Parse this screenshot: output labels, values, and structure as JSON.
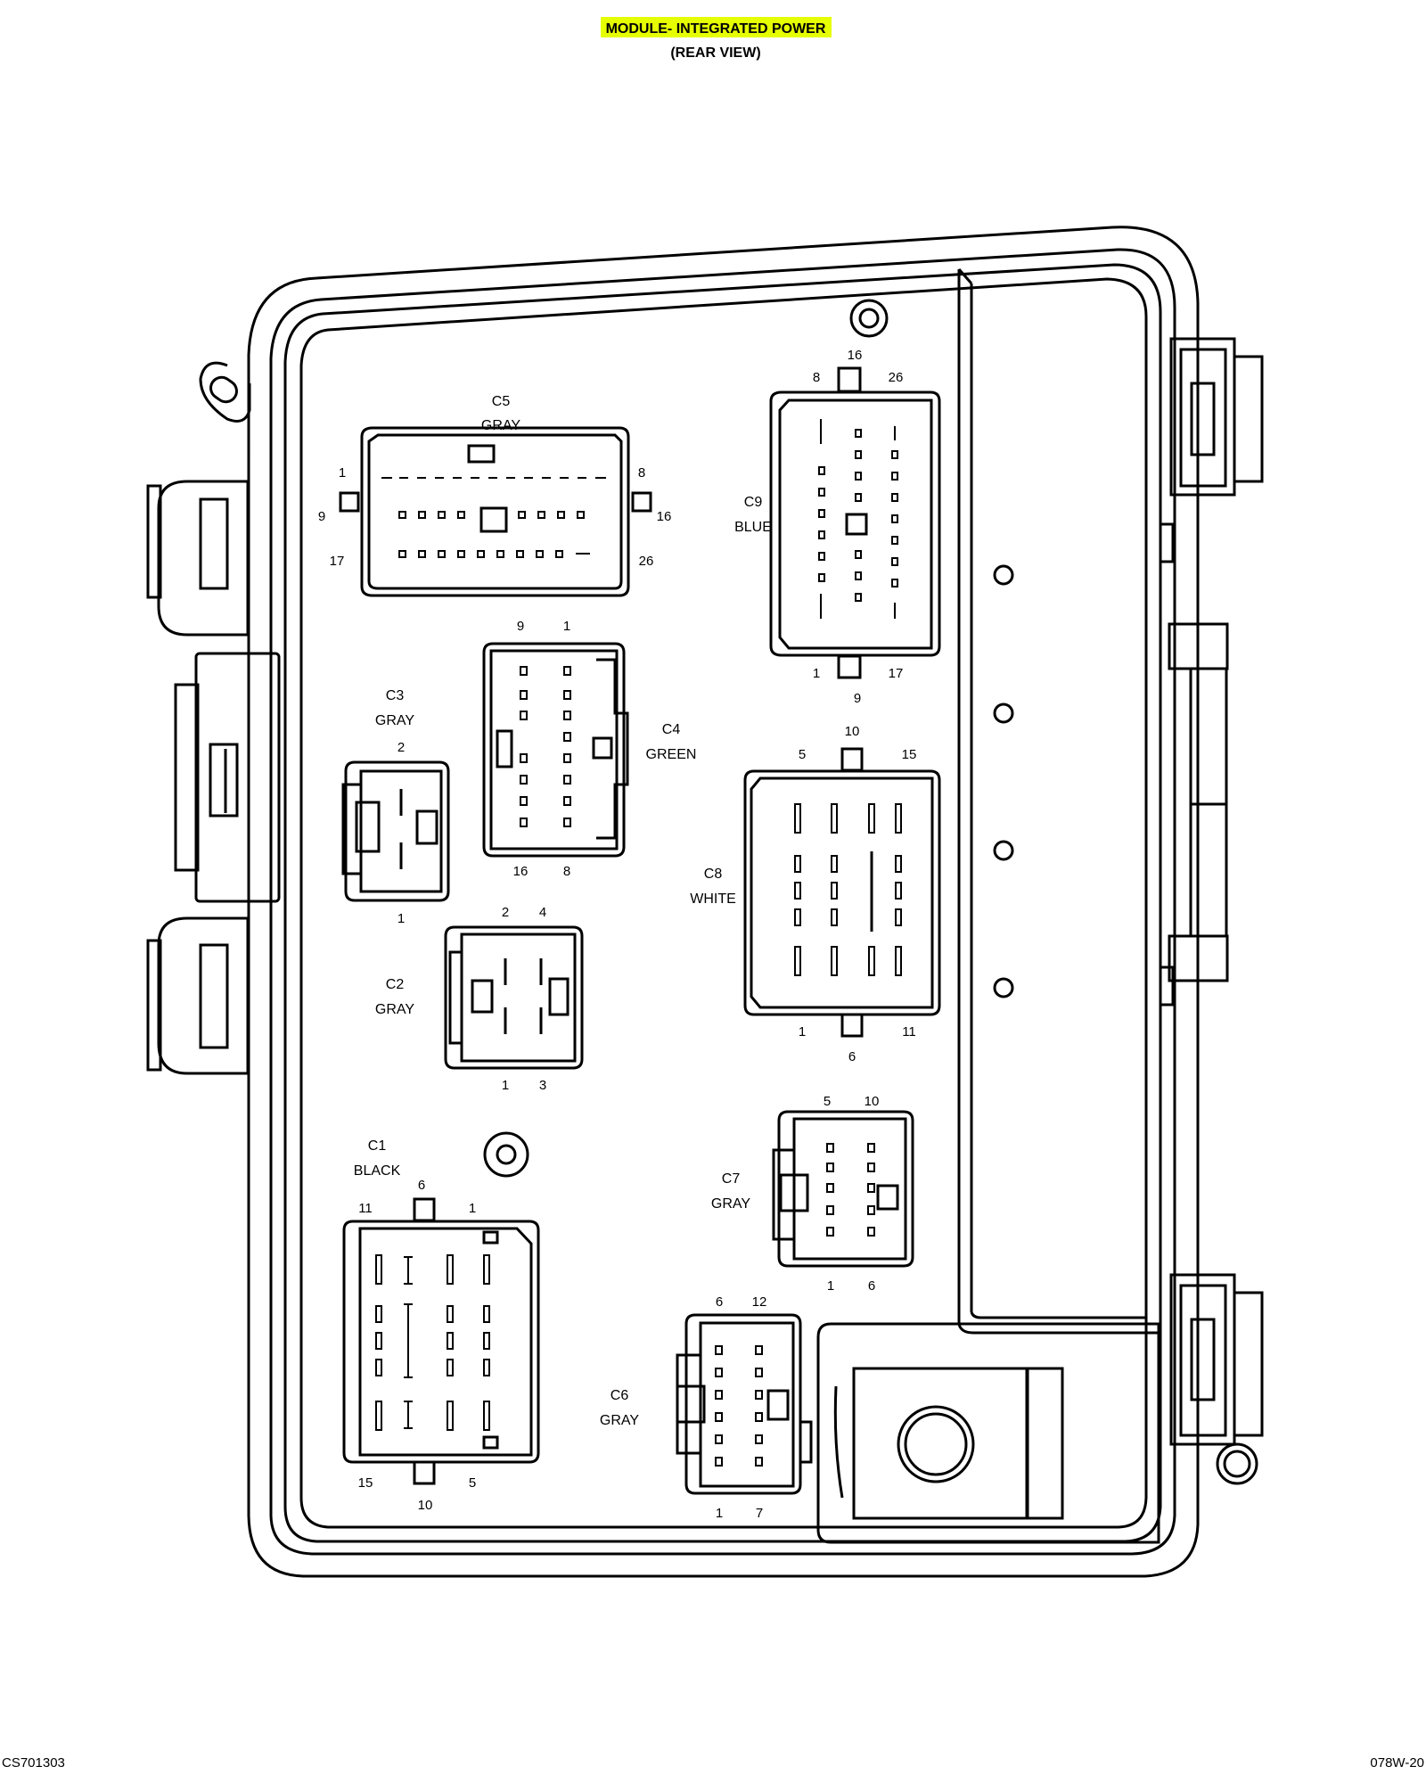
{
  "header": {
    "title": "MODULE- INTEGRATED POWER",
    "subtitle": "(REAR VIEW)",
    "title_highlight_color": "#e6ff00"
  },
  "connectors": {
    "c1": {
      "name": "C1",
      "color": "BLACK",
      "pins": {
        "top_left": "11",
        "top_mid": "6",
        "top_right": "1",
        "bottom_left": "15",
        "bottom_mid": "10",
        "bottom_right": "5"
      }
    },
    "c2": {
      "name": "C2",
      "color": "GRAY",
      "pins": {
        "top_a": "2",
        "top_b": "4",
        "bottom_a": "1",
        "bottom_b": "3"
      }
    },
    "c3": {
      "name": "C3",
      "color": "GRAY",
      "pins": {
        "top": "2",
        "bottom": "1"
      }
    },
    "c4": {
      "name": "C4",
      "color": "GREEN",
      "pins": {
        "top_left": "9",
        "top_right": "1",
        "bottom_left": "16",
        "bottom_right": "8"
      }
    },
    "c5": {
      "name": "C5",
      "color": "GRAY",
      "pins": {
        "tl": "1",
        "ml": "9",
        "bl": "17",
        "tr": "8",
        "mr": "16",
        "br": "26"
      }
    },
    "c6": {
      "name": "C6",
      "color": "GRAY",
      "pins": {
        "top_a": "6",
        "top_b": "12",
        "bottom_a": "1",
        "bottom_b": "7"
      }
    },
    "c7": {
      "name": "C7",
      "color": "GRAY",
      "pins": {
        "top_a": "5",
        "top_b": "10",
        "bottom_a": "1",
        "bottom_b": "6"
      }
    },
    "c8": {
      "name": "C8",
      "color": "WHITE",
      "pins": {
        "top_left": "5",
        "top_mid": "10",
        "top_right": "15",
        "bottom_left": "1",
        "bottom_mid": "6",
        "bottom_right": "11"
      }
    },
    "c9": {
      "name": "C9",
      "color": "BLUE",
      "pins": {
        "top_left": "8",
        "top_mid": "16",
        "top_right": "26",
        "bottom_left": "1",
        "bottom_mid": "9",
        "bottom_right": "17"
      }
    }
  },
  "footer": {
    "left_code": "CS701303",
    "right_code": "078W-20"
  }
}
